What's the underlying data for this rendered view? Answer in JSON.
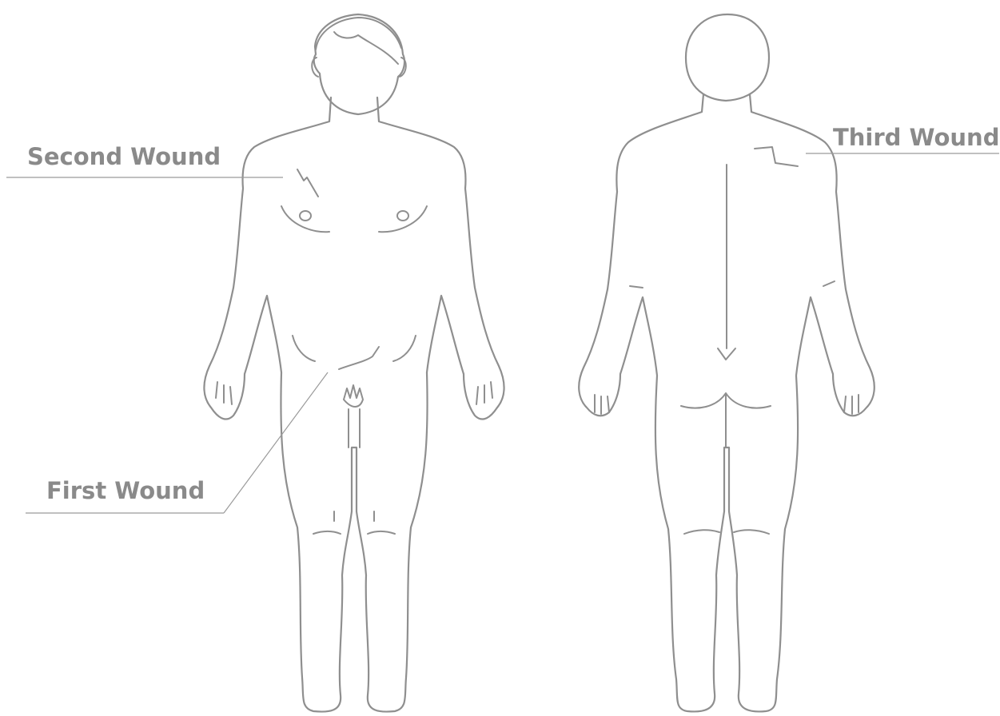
{
  "labels": {
    "second_wound": "Second Wound",
    "first_wound": "First Wound",
    "third_wound": "Third Wound"
  },
  "colors": {
    "line": "#8f8f8f",
    "label": "#8a8a8a",
    "background": "#ffffff"
  }
}
